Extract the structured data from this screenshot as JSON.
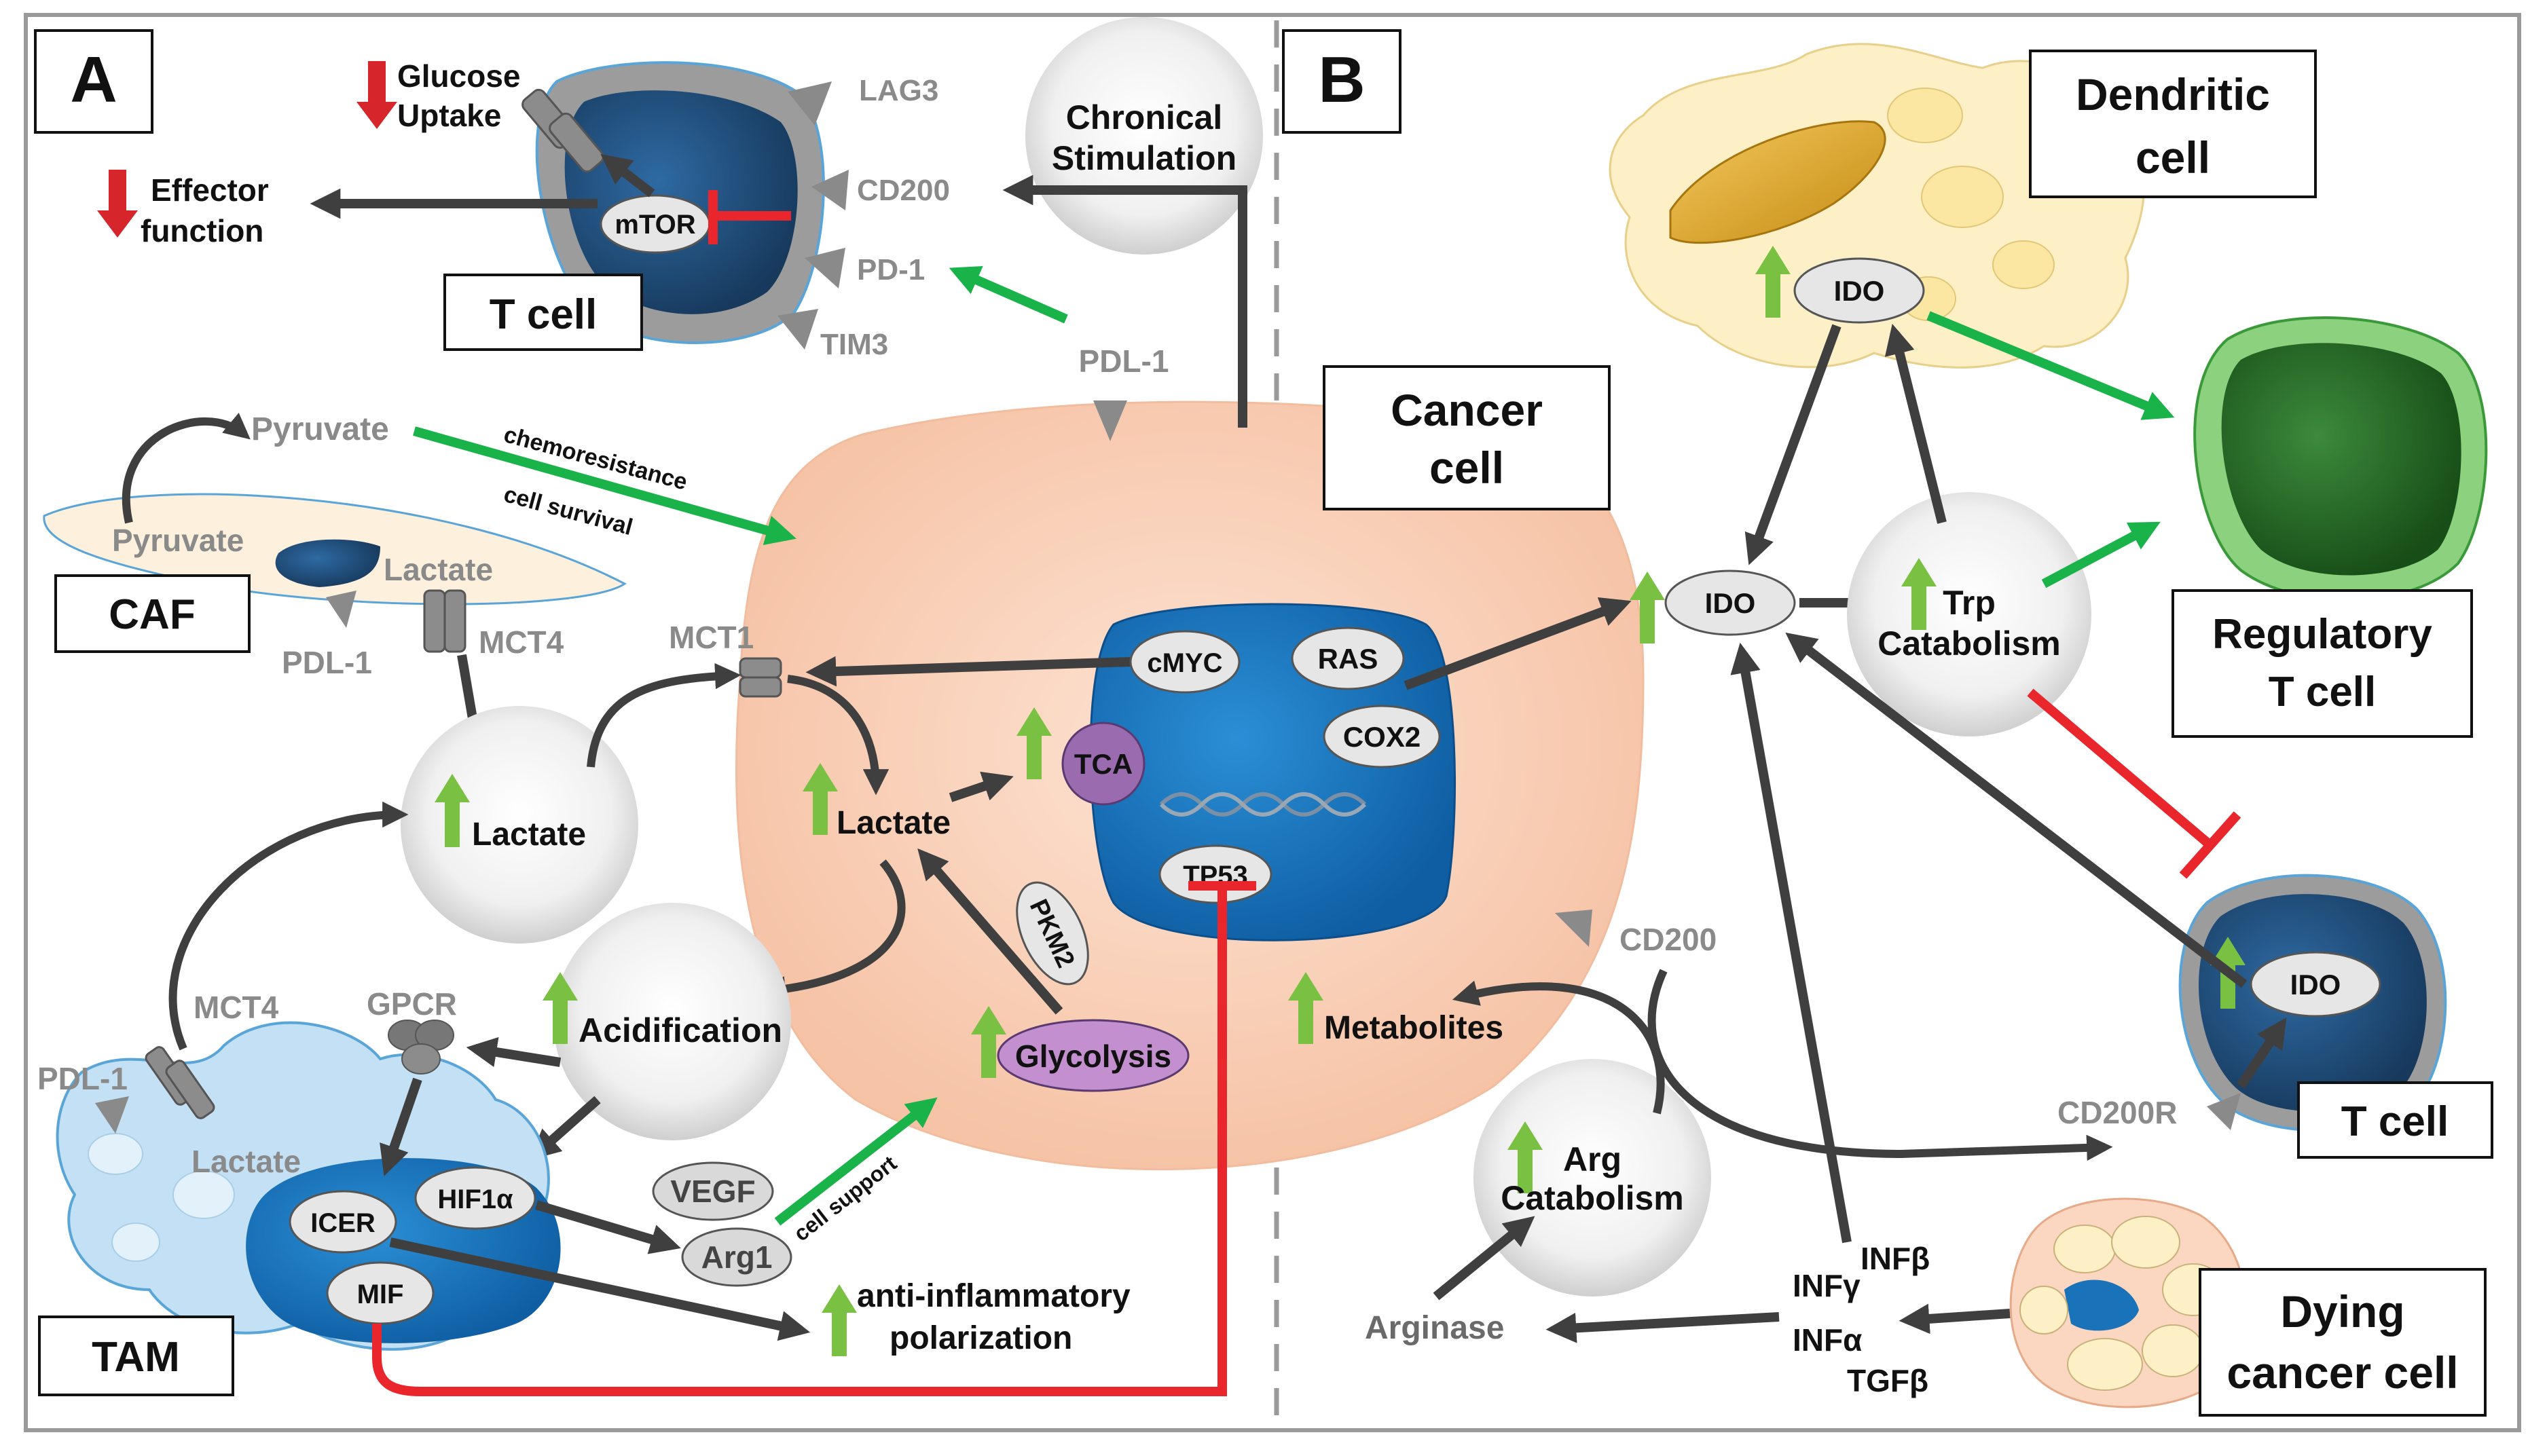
{
  "panels": {
    "a": "A",
    "b": "B"
  },
  "colors": {
    "arrow_dark": "#3f3f3f",
    "arrow_green": "#19b34a",
    "inhibit_red": "#e8262b",
    "up_green": "#7ac143",
    "down_red": "#d7262b",
    "cancer_fill": "#fbd6c0",
    "nucleus_blue": "#1a73b8",
    "tcell_dark": "#1f4e79",
    "receptor_grey": "#8a8a8a"
  },
  "panel_a": {
    "t_cell_label": "T cell",
    "mtor": "mTOR",
    "glucose_uptake": [
      "Glucose",
      "Uptake"
    ],
    "effector_function": [
      "Effector",
      "function"
    ],
    "receptors": {
      "lag3": "LAG3",
      "cd200": "CD200",
      "pd1": "PD-1",
      "tim3": "TIM3"
    },
    "chronical_stimulation": [
      "Chronical",
      "Stimulation"
    ],
    "pdl1_cancer": "PDL-1",
    "pyruvate_top": "Pyruvate",
    "pyruvate_caf": "Pyruvate",
    "chemoresistance": "chemoresistance",
    "cell_survival": "cell survival",
    "caf_label": "CAF",
    "lactate_caf": "Lactate",
    "pdl1_caf": "PDL-1",
    "mct4_caf": "MCT4",
    "mct1": "MCT1",
    "lactate_circle": "Lactate",
    "lactate_cancer": "Lactate",
    "tca": "TCA",
    "cmyc": "cMYC",
    "tp53": "TP53",
    "pkm2": "PKM2",
    "glycolysis": "Glycolysis",
    "acidification": "Acidification",
    "gpcr": "GPCR",
    "mct4_tam": "MCT4",
    "pdl1_tam": "PDL-1",
    "lactate_tam": "Lactate",
    "icer": "ICER",
    "hif1a": "HIF1α",
    "mif": "MIF",
    "vegf": "VEGF",
    "arg1": "Arg1",
    "cell_support": "cell support",
    "anti_inflammatory": [
      "anti-inflammatory",
      "polarization"
    ],
    "tam_label": "TAM"
  },
  "panel_b": {
    "dendritic_cell": [
      "Dendritic",
      "cell"
    ],
    "ido_dc": "IDO",
    "cancer_cell": [
      "Cancer",
      "cell"
    ],
    "ras": "RAS",
    "cox2": "COX2",
    "ido_center": "IDO",
    "trp_catabolism": [
      "Trp",
      "Catabolism"
    ],
    "regulatory_t_cell": [
      "Regulatory",
      "T cell"
    ],
    "cd200": "CD200",
    "metabolites": "Metabolites",
    "arg_catabolism": [
      "Arg",
      "Catabolism"
    ],
    "arginase": "Arginase",
    "cd200r": "CD200R",
    "ido_tcell": "IDO",
    "t_cell_label": "T cell",
    "cytokines": {
      "infb": "INFβ",
      "infg": "INFγ",
      "infa": "INFα",
      "tgfb": "TGFβ"
    },
    "dying_cancer_cell": [
      "Dying",
      "cancer cell"
    ]
  }
}
